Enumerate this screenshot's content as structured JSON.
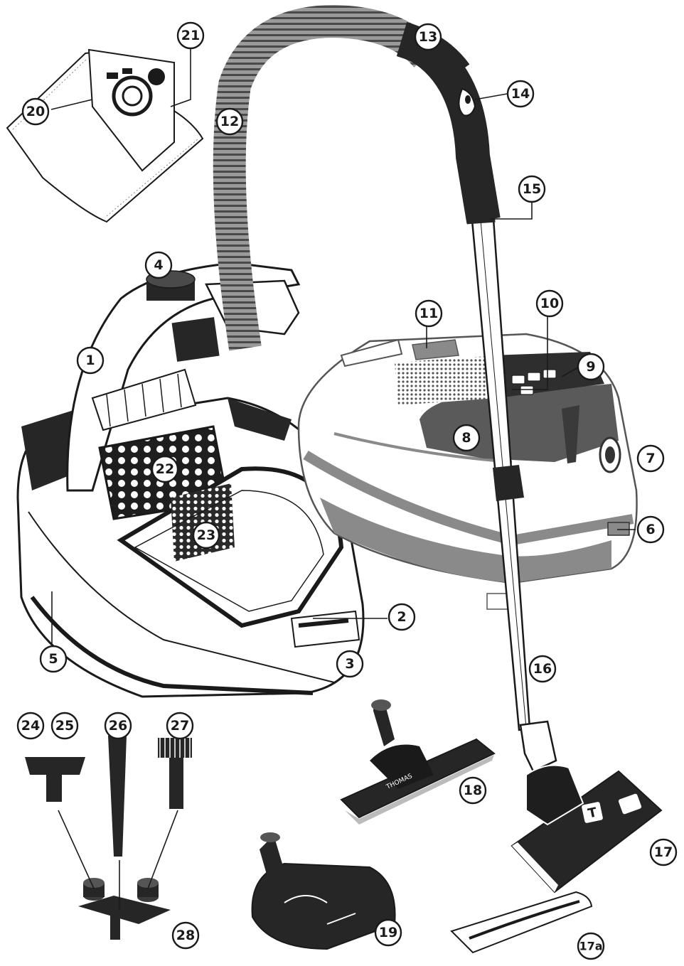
{
  "colors": {
    "outline": "#1a1a1a",
    "dark_part": "#262626",
    "mid_gray": "#8a8a8a",
    "light_gray": "#e4e4e4",
    "background": "#ffffff"
  },
  "callouts": {
    "c1": "1",
    "c2": "2",
    "c3": "3",
    "c4": "4",
    "c5": "5",
    "c6": "6",
    "c7": "7",
    "c8": "8",
    "c9": "9",
    "c10": "10",
    "c11": "11",
    "c12": "12",
    "c13": "13",
    "c14": "14",
    "c15": "15",
    "c16": "16",
    "c17": "17",
    "c17a": "17a",
    "c18": "18",
    "c19": "19",
    "c20": "20",
    "c21": "21",
    "c22": "22",
    "c23": "23",
    "c24": "24",
    "c25": "25",
    "c26": "26",
    "c27": "27",
    "c28": "28"
  },
  "nozzle_brand": "THOMAS",
  "nozzle_logo_letter": "T"
}
